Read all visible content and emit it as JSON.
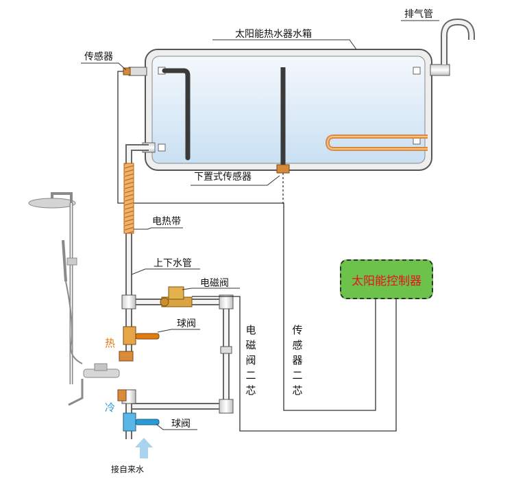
{
  "labels": {
    "tank": "太阳能热水器水箱",
    "vent_pipe": "排气管",
    "sensor": "传感器",
    "bottom_sensor": "下置式传感器",
    "heating_tape": "电热带",
    "updown_pipe": "上下水管",
    "solenoid_valve": "电磁阀",
    "ball_valve_hot": "球阀",
    "ball_valve_cold": "球阀",
    "controller": "太阳能控制器",
    "solenoid_wire": "电\n磁\n阀\n二\n芯",
    "sensor_wire": "传\n感\n器\n二\n芯",
    "hot": "热",
    "cold": "冷",
    "tap_water": "接自来水"
  },
  "colors": {
    "tank_fill": "#d7e9f7",
    "heating_tape": "#e59a48",
    "controller_fill": "#6cc24a",
    "controller_text": "#e4141b",
    "hot_text": "#e07b12",
    "cold_text": "#2b9bd6",
    "cold_arrow": "#a9d3ef",
    "ball_valve_hot_handle": "#e07b12",
    "ball_valve_cold_handle": "#2b9bd6"
  }
}
